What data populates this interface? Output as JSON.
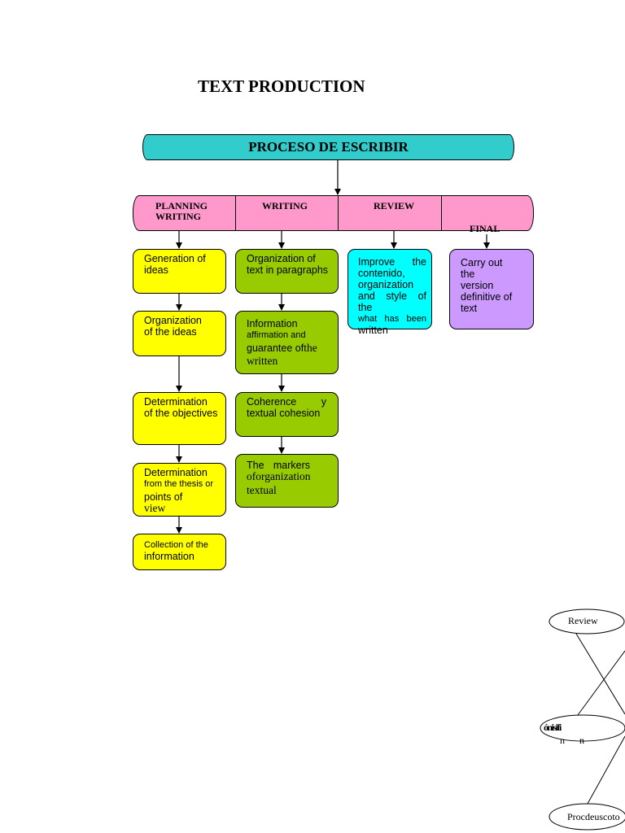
{
  "title": "TEXT PRODUCTION",
  "process": "PROCESO DE ESCRIBIR",
  "categories": {
    "planning_line1": "PLANNING",
    "planning_line2": "WRITING",
    "writing": "WRITING",
    "review": "REVIEW",
    "final": "FINAL"
  },
  "planning": {
    "b1": [
      "Generation of",
      "ideas"
    ],
    "b2": [
      "Organization",
      "of the ideas"
    ],
    "b3": [
      "Determination",
      "of the objectives"
    ],
    "b4": [
      "Determination",
      "from the thesis or",
      "points of",
      "view"
    ],
    "b5": [
      "Collection of the",
      "information"
    ]
  },
  "writing": {
    "b1": [
      "Organization of",
      "text in paragraphs"
    ],
    "b2": [
      "Information",
      "affirmation and",
      "guarantee of",
      "the",
      "written"
    ],
    "b3": [
      "Coherence y",
      "textual cohesion"
    ],
    "b4": [
      "The markers",
      "of",
      "organization",
      "textual"
    ]
  },
  "review": {
    "b1": [
      "Improve the",
      "contenido,",
      "organization",
      "and style of the",
      "what has been",
      "written"
    ]
  },
  "final": {
    "b1": [
      "Carry out",
      "the",
      "version",
      "definitive of",
      "text"
    ]
  },
  "side_diagram": {
    "review": "Review",
    "middle": "ónisifi",
    "middle_sub1": "n",
    "middle_sub2": "n",
    "bottom": "Procdeuscoto"
  },
  "colors": {
    "header": "#33cccc",
    "category_bar": "#ff99cc",
    "planning": "#ffff00",
    "writing": "#99cc00",
    "review": "#00ffff",
    "final": "#cc99ff"
  }
}
